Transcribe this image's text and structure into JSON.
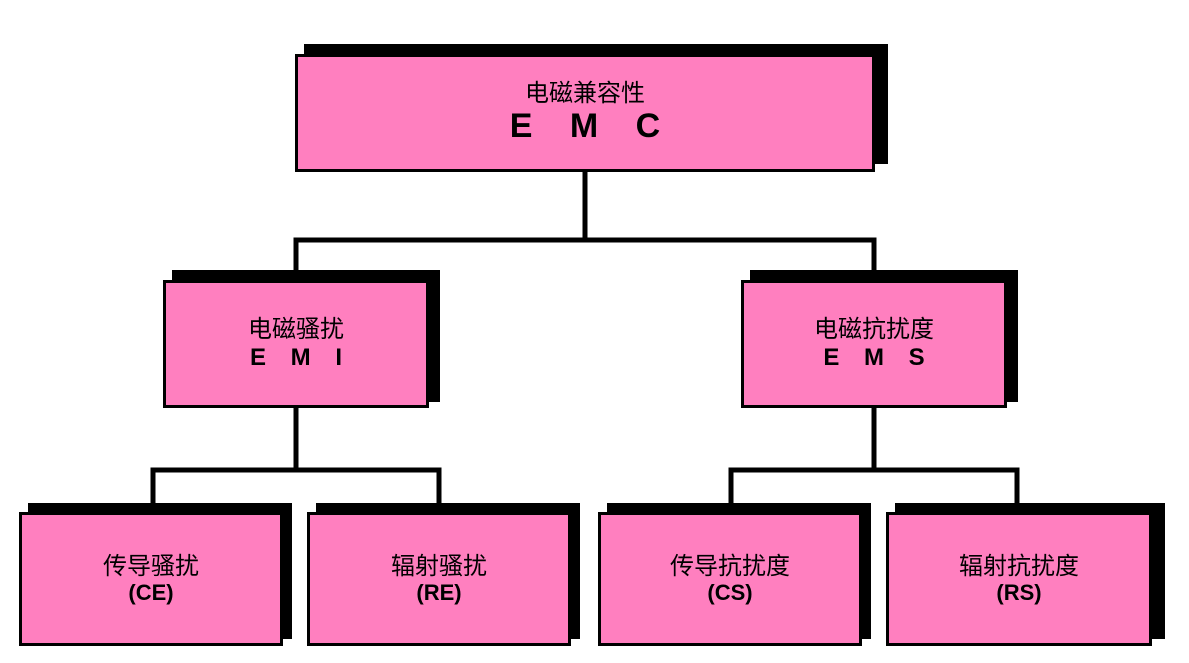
{
  "diagram": {
    "colors": {
      "box_fill": "#ff7fbf",
      "line": "#000000",
      "shadow": "#000000"
    },
    "root": {
      "zh": "电磁兼容性",
      "en": "E M C"
    },
    "level1": [
      {
        "zh": "电磁骚扰",
        "en": "E M I"
      },
      {
        "zh": "电磁抗扰度",
        "en": "E M S"
      }
    ],
    "level2": [
      {
        "zh": "传导骚扰",
        "en": "(CE)"
      },
      {
        "zh": "辐射骚扰",
        "en": "(RE)"
      },
      {
        "zh": "传导抗扰度",
        "en": "(CS)"
      },
      {
        "zh": "辐射抗扰度",
        "en": "(RS)"
      }
    ]
  }
}
